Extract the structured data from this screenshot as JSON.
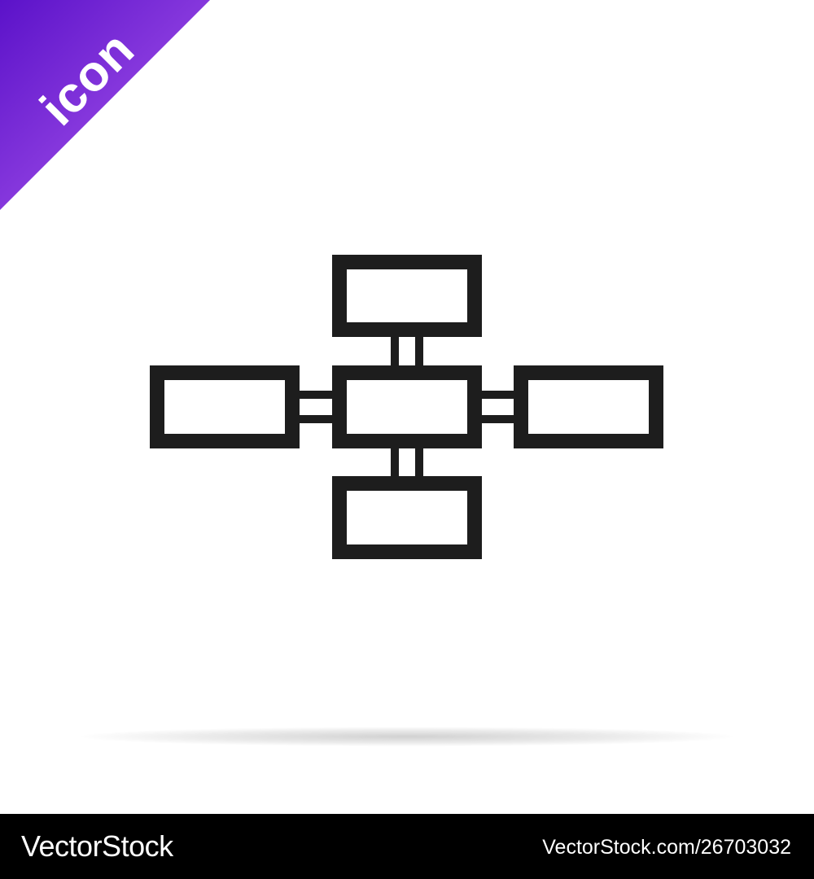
{
  "badge": {
    "label": "icon",
    "colors": {
      "start": "#5b12c9",
      "end": "#b05cf0"
    }
  },
  "icon": {
    "name": "block-diagram-icon",
    "stroke_color": "#1d1d1d"
  },
  "footer": {
    "brand": "VectorStock",
    "image_ref": "VectorStock.com/26703032",
    "background": "#000000"
  }
}
